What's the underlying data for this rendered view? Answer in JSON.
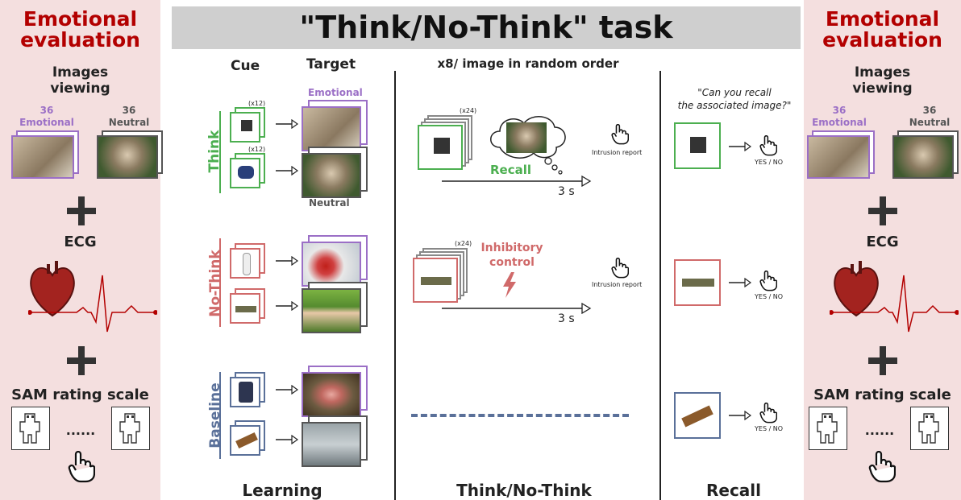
{
  "header": {
    "title": "\"Think/No-Think\" task"
  },
  "left_panel": {
    "title_line1": "Emotional",
    "title_line2": "evaluation",
    "viewing_line1": "Images",
    "viewing_line2": "viewing",
    "emotional_count": "36",
    "emotional_label": "Emotional",
    "neutral_count": "36",
    "neutral_label": "Neutral",
    "ecg_label": "ECG",
    "sam_label": "SAM rating scale",
    "dots": "......"
  },
  "right_panel": {
    "title_line1": "Emotional",
    "title_line2": "evaluation",
    "viewing_line1": "Images",
    "viewing_line2": "viewing",
    "emotional_count": "36",
    "emotional_label": "Emotional",
    "neutral_count": "36",
    "neutral_label": "Neutral",
    "ecg_label": "ECG",
    "sam_label": "SAM rating scale",
    "dots": "......"
  },
  "learning": {
    "cue_label": "Cue",
    "target_label": "Target",
    "emotional_label": "Emotional",
    "neutral_label": "Neutral",
    "x12_a": "(x12)",
    "x12_b": "(x12)",
    "think_label": "Think",
    "nothink_label": "No-Think",
    "baseline_label": "Baseline",
    "footer": "Learning"
  },
  "tnt": {
    "header": "x8/ image in random order",
    "x24_a": "(x24)",
    "x24_b": "(x24)",
    "recall_word": "Recall",
    "inhibitory_line1": "Inhibitory",
    "inhibitory_line2": "control",
    "time_a": "3 s",
    "time_b": "3 s",
    "intrusion_a": "Intrusion report",
    "intrusion_b": "Intrusion report",
    "footer": "Think/No-Think"
  },
  "recall": {
    "question_line1": "\"Can you recall",
    "question_line2": "the associated image?\"",
    "yesno_a": "YES / NO",
    "yesno_b": "YES / NO",
    "yesno_c": "YES / NO",
    "footer": "Recall"
  },
  "colors": {
    "title_red": "#b30000",
    "side_bg": "#f4dfdf",
    "think_green": "#4caf50",
    "nothink_red": "#d06a6a",
    "baseline_blue": "#5a7099",
    "emotional_purple": "#9b6fc6",
    "neutral_gray": "#555555"
  },
  "icons": [
    "hand-pointer-icon",
    "heart-icon",
    "ecg-trace-icon",
    "sam-figure-icon",
    "thought-cloud-icon",
    "lightning-icon",
    "arrow-icon",
    "plus-icon"
  ]
}
